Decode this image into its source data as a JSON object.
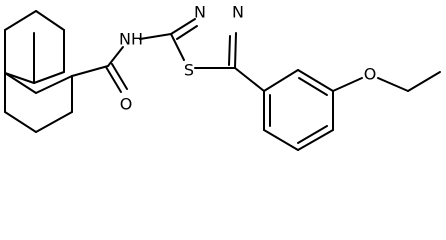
{
  "molecule": {
    "atom_labels": {
      "nh": "NH",
      "carbonyl_o": "O",
      "ring_n1": "N",
      "ring_n2": "N",
      "ring_s": "S",
      "ether_o": "O"
    }
  }
}
